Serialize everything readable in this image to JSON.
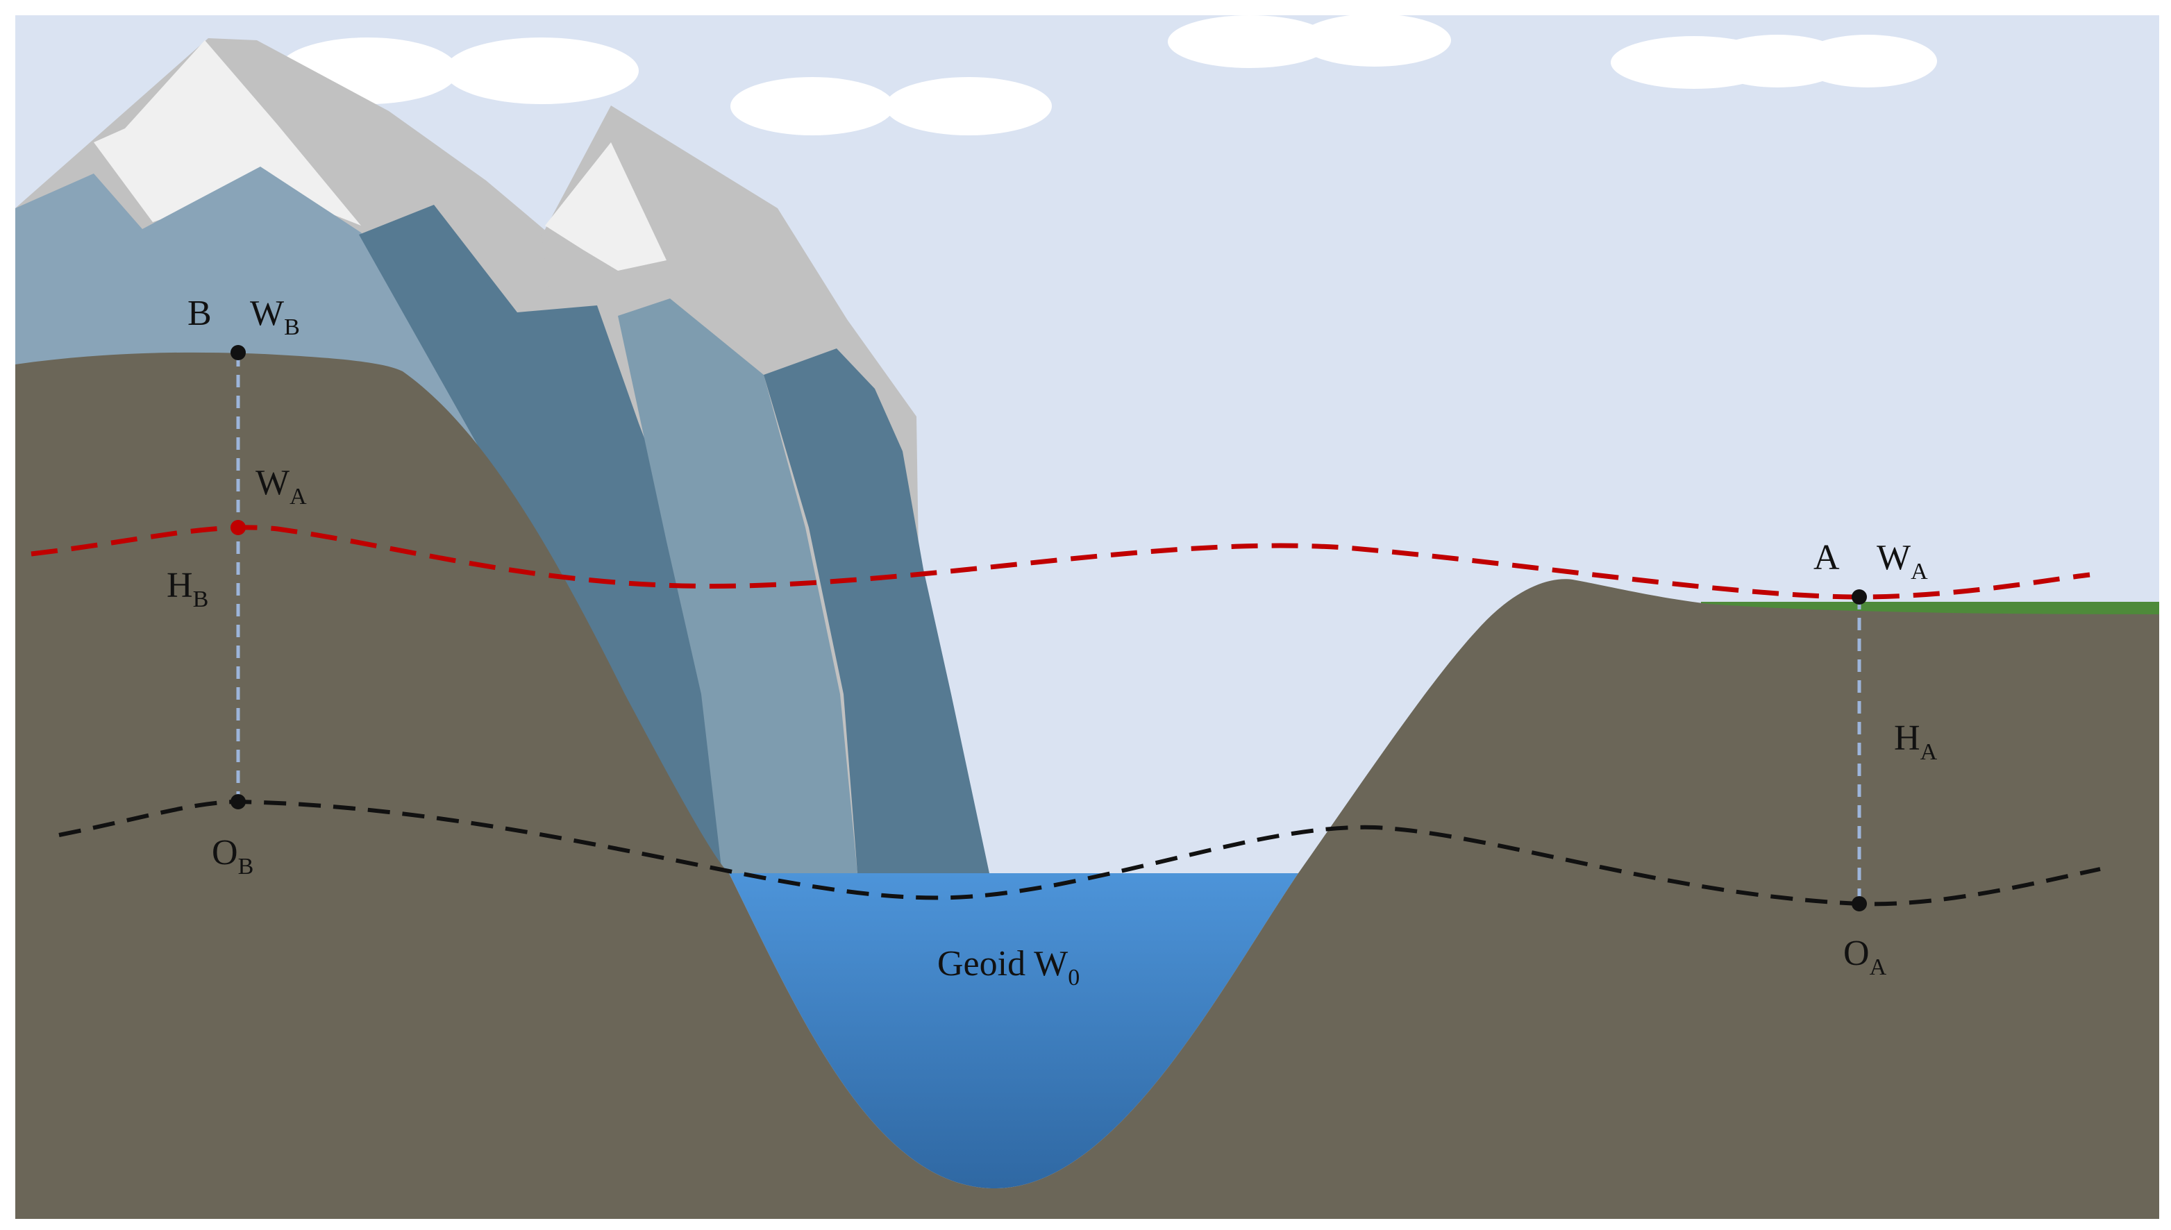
{
  "colors": {
    "sky": "#dae3f2",
    "cloud": "#ffffff",
    "ground": "#6b6658",
    "grass": "#4e8a3a",
    "snow": "#f0f0f0",
    "rock_light": "#c1c1c1",
    "glacier_light": "#89a4b8",
    "glacier_mid": "#7e9caf",
    "glacier_dark": "#567a92",
    "water_top": "#4d94d9",
    "water_bottom": "#2f68a3",
    "equipotential_line": "#c00000",
    "geoid_line": "#111111",
    "plumb_line": "#9db5db",
    "point": "#111111",
    "point_on_red": "#c00000"
  },
  "labels": {
    "B": "B",
    "W_B_main": "W",
    "W_B_sub": "B",
    "W_A_left_main": "W",
    "W_A_left_sub": "A",
    "H_B_main": "H",
    "H_B_sub": "B",
    "O_B_main": "O",
    "O_B_sub": "B",
    "A": "A",
    "W_A_right_main": "W",
    "W_A_right_sub": "A",
    "H_A_main": "H",
    "H_A_sub": "A",
    "O_A_main": "O",
    "O_A_sub": "A",
    "geoid_text": "Geoid W",
    "geoid_sub": "0"
  }
}
